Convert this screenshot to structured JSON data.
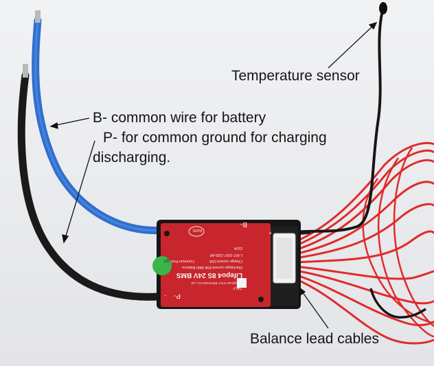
{
  "annotations": {
    "temperature_sensor": "Temperature sensor",
    "b_minus_line": "B- common wire for battery",
    "p_minus_line1": " P- for common ground for charging",
    "p_minus_line2": "discharging.",
    "balance_leads": "Balance lead cables"
  },
  "bms_board": {
    "b_minus_pad": "B-",
    "p_minus_pad": "P-",
    "plus_mark": "+",
    "minus_mark": "-",
    "brand": "DALY",
    "maker": "DongGuan DALY Electronics Co.,Ltd",
    "title": "Lifepo4 8S 24V BMS",
    "discharge": "Discharge current:20A   With Balance",
    "charge": "Charge current:10A",
    "port": "Common Port",
    "model": "L-007-1S07-J18S-AP",
    "code": "GI24",
    "qc_sticker": "QC",
    "rohs": "RoHS"
  },
  "colors": {
    "background": "#ecedef",
    "blue_wire": "#2f6fcf",
    "black_wire": "#1a1a1a",
    "red_wire": "#e02a2a",
    "board": "#c8262c"
  }
}
